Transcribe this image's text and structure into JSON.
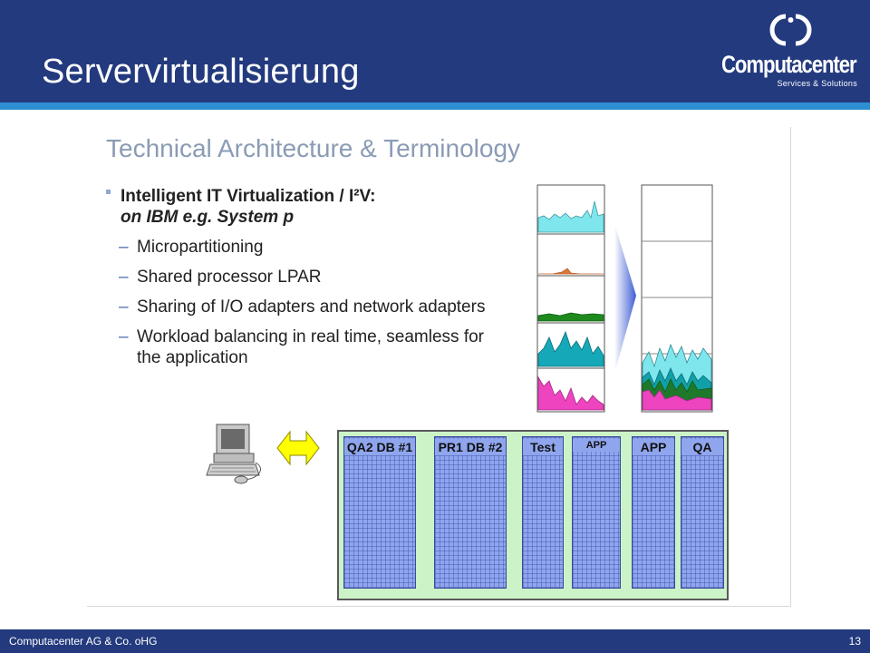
{
  "header": {
    "title": "Servervirtualisierung",
    "logo_name": "Computacenter",
    "logo_tagline": "Services & Solutions",
    "logo_icon": "computacenter-logo-icon"
  },
  "slide": {
    "title": "Technical Architecture & Terminology",
    "main_bullet_line1": "Intelligent IT Virtualization / I²V:",
    "main_bullet_line2": "on IBM e.g. System p",
    "sub_bullets": [
      "Micropartitioning",
      "Shared processor LPAR",
      "Sharing of I/O adapters and network adapters",
      "Workload balancing in real time, seamless for the application"
    ]
  },
  "server": {
    "partitions": [
      "QA2 DB #1",
      "PR1 DB #2",
      "Test",
      "APP",
      "APP",
      "QA"
    ]
  },
  "footer": {
    "company": "Computacenter AG & Co. oHG",
    "page": "13"
  },
  "colors": {
    "header_bg": "#233a7e",
    "stripe": "#2e8fd0",
    "server_bg": "#ccf2c8",
    "partition_fill": "#8fa6ee",
    "arrow_yellow": "#ffff00"
  }
}
